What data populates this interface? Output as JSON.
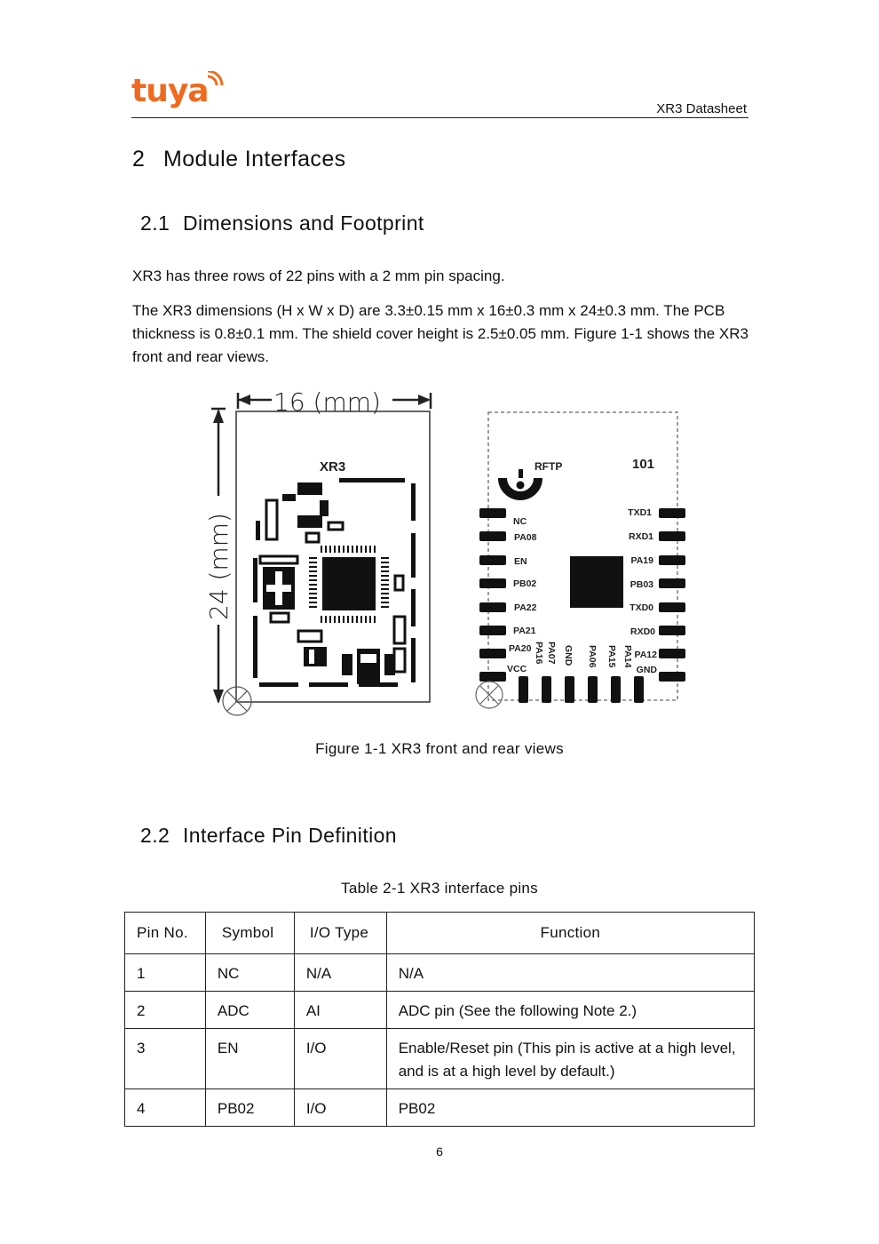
{
  "header": {
    "logo_text": "tuya",
    "doc_title": "XR3 Datasheet",
    "brand_color": "#ef6a1e"
  },
  "section": {
    "number": "2",
    "title": "Module Interfaces"
  },
  "subsection_1": {
    "number": "2.1",
    "title": "Dimensions and Footprint",
    "paragraph_1": "XR3 has three rows of 22 pins with a 2 mm pin spacing.",
    "paragraph_2": "The XR3 dimensions (H x W x D) are 3.3±0.15 mm x 16±0.3 mm x 24±0.3 mm. The PCB thickness is 0.8±0.1 mm. The shield cover height is 2.5±0.05 mm. Figure 1-1 shows the XR3 front and rear views."
  },
  "figure": {
    "width_label": "16 (mm)",
    "height_label": "24 (mm)",
    "front_label": "XR3",
    "rear_antenna_label": "RFTP",
    "rear_code_label": "101",
    "left_pins": [
      "NC",
      "PA08",
      "EN",
      "PB02",
      "PA22",
      "PA21",
      "PA20"
    ],
    "right_pins": [
      "TXD1",
      "RXD1",
      "PA19",
      "PB03",
      "TXD0",
      "RXD0",
      "PA12"
    ],
    "bottom_pins": [
      "PA16",
      "PA07",
      "GND",
      "PA06",
      "PA15",
      "PA14"
    ],
    "corner_left_label": "VCC",
    "corner_right_label": "GND",
    "caption": "Figure 1-1 XR3 front and rear views"
  },
  "subsection_2": {
    "number": "2.2",
    "title": "Interface Pin Definition",
    "table_caption": "Table 2-1 XR3 interface pins"
  },
  "table": {
    "headers": [
      "Pin No.",
      "Symbol",
      "I/O Type",
      "Function"
    ],
    "rows": [
      [
        "1",
        "NC",
        "N/A",
        "N/A"
      ],
      [
        "2",
        "ADC",
        "AI",
        "ADC pin (See the following Note 2.)"
      ],
      [
        "3",
        "EN",
        "I/O",
        "Enable/Reset pin (This pin is active at a high level, and is at a high level by default.)"
      ],
      [
        "4",
        "PB02",
        "I/O",
        "PB02"
      ]
    ]
  },
  "page_number": "6"
}
